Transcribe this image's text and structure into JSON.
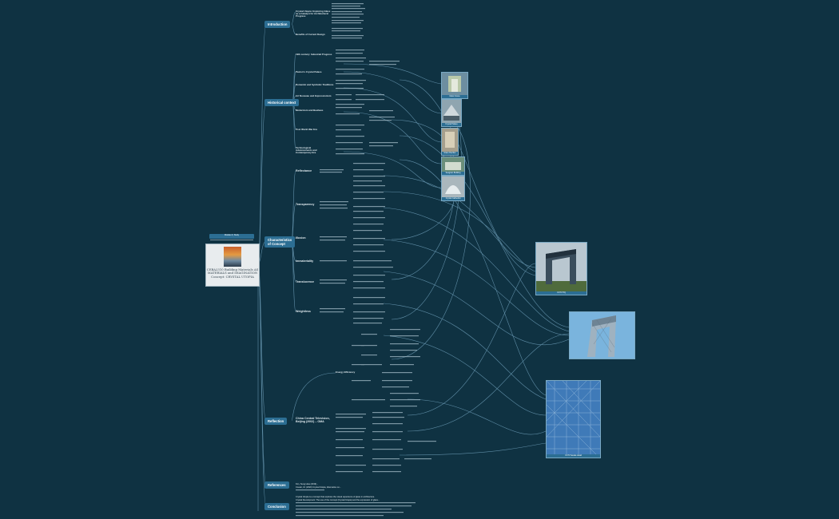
{
  "central": {
    "banner": "Module 2 | Study",
    "title": "CEBA2310 Building Materials AS MATERIALS and IMAGINATION Concept: CRYSTAL UTOPIA"
  },
  "branches": [
    {
      "label": "Introduction"
    },
    {
      "label": "Historical context"
    },
    {
      "label": "Characteristics of Concept"
    },
    {
      "label": "Reflection"
    },
    {
      "label": "References"
    },
    {
      "label": "Conclusion"
    }
  ],
  "intro": {
    "sub1": "Crystal Utopia: Exploring Glass as a Catalyst for Architectural Progress",
    "sub2": "Benefits of Current Design"
  },
  "history": {
    "items": [
      "19th century: Industrial Progress",
      "Paxton's Crystal Palace",
      "Romantic and Symbolic Traditions",
      "Art Nouveau and Expressionism",
      "Modernism and Bauhaus",
      "Post World War Era",
      "Technological Advancements and Contemporary Era"
    ]
  },
  "characteristics": {
    "items": [
      "Reflectance",
      "Transparency",
      "Illusion",
      "Immateriality",
      "Translucence",
      "Weightless"
    ]
  },
  "reflection": {
    "case": "China Central Television, Beijing (2002) – OMA",
    "sub": "Energy Efficiency"
  },
  "references": {
    "line1": "Kim, Sung Hwa (2019)...",
    "line2": "Cousin, M. (2020) Crystal Utopia, Alternative on..."
  },
  "conclusion": {
    "line1": "Crystal Utopia is a concept that explores the visual experience of glass in architecture.",
    "line2": "Crystal Development: The use of the concept (Crystal Utopia) and the expression of glass..."
  },
  "photos": {
    "p1": "Glass house",
    "p2": "Crystal Palace",
    "p3": "Glass Pavilion",
    "p4": "Seagram Building",
    "p5": "Crystal Cathedral",
    "p6": "CCTV HQ",
    "p7": "",
    "p8": "CCTV facade detail"
  }
}
